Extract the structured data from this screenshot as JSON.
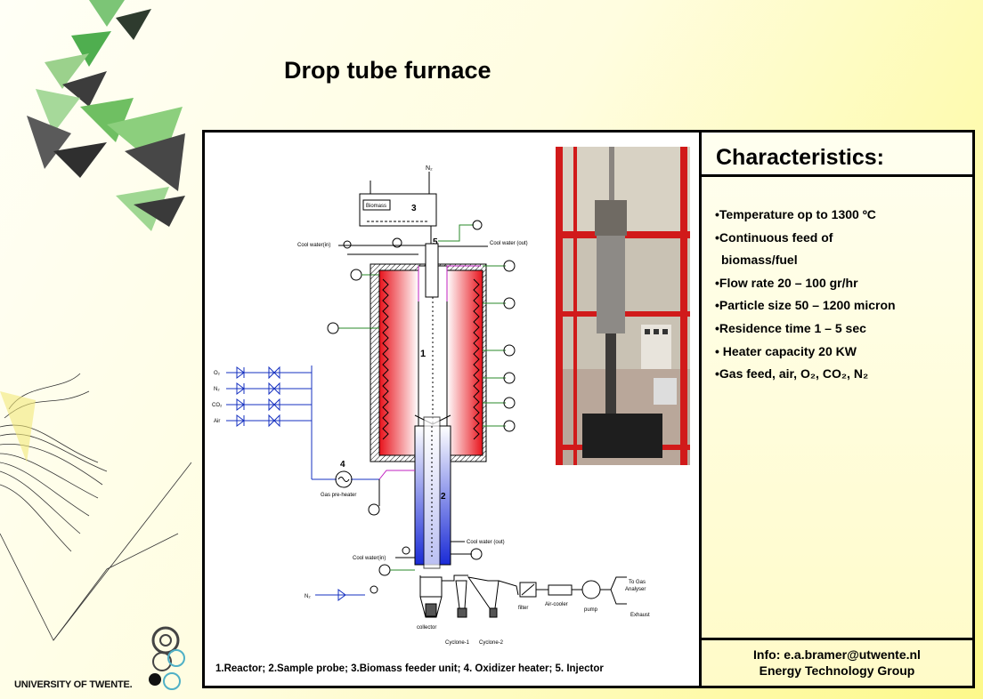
{
  "slide": {
    "title": "Drop tube furnace"
  },
  "branding": {
    "university": "UNIVERSITY OF TWENTE."
  },
  "characteristics": {
    "heading": "Characteristics:",
    "items": [
      "•Temperature op to 1300 ºC",
      "•Continuous feed of",
      "biomass/fuel",
      "•Flow rate 20 – 100 gr/hr",
      "•Particle size 50 – 1200 micron",
      "•Residence time 1 – 5 sec",
      "• Heater capacity 20 KW"
    ],
    "gas_feed": "•Gas feed, air, O₂, CO₂, N₂"
  },
  "info": {
    "line1": "Info: e.a.bramer@utwente.nl",
    "line2": "Energy Technology Group"
  },
  "caption": "1.Reactor; 2.Sample probe; 3.Biomass feeder unit; 4. Oxidizer heater; 5. Injector",
  "diagram_labels": {
    "n2_top": "N₂",
    "biomass": "Biomass",
    "num3": "3",
    "num5": "5",
    "num1": "1",
    "num2": "2",
    "num4": "4",
    "cool_in_top": "Cool water(in)",
    "cool_out_top": "Cool water (out)",
    "cool_out_bottom": "Cool water (out)",
    "cool_in_bottom": "Cool water(in)",
    "o2": "O₂",
    "n2_left": "N₂",
    "co2": "CO₂",
    "air": "Air",
    "gas_preheater": "Gas pre-heater",
    "n2_bottom": "N₂",
    "collector": "collector",
    "cyclone1": "Cyclone-1",
    "cyclone2": "Cyclone-2",
    "filter": "filter",
    "aircooler": "Air-cooler",
    "pump": "pump",
    "to_gas": "To Gas",
    "analyser": "Analyser",
    "exhaust": "Exhaust"
  },
  "colors": {
    "heater_red": "#e8121b",
    "probe_blue": "#1a2bd6",
    "line_green": "#2a8a2a",
    "gas_blue": "#1530c0"
  }
}
